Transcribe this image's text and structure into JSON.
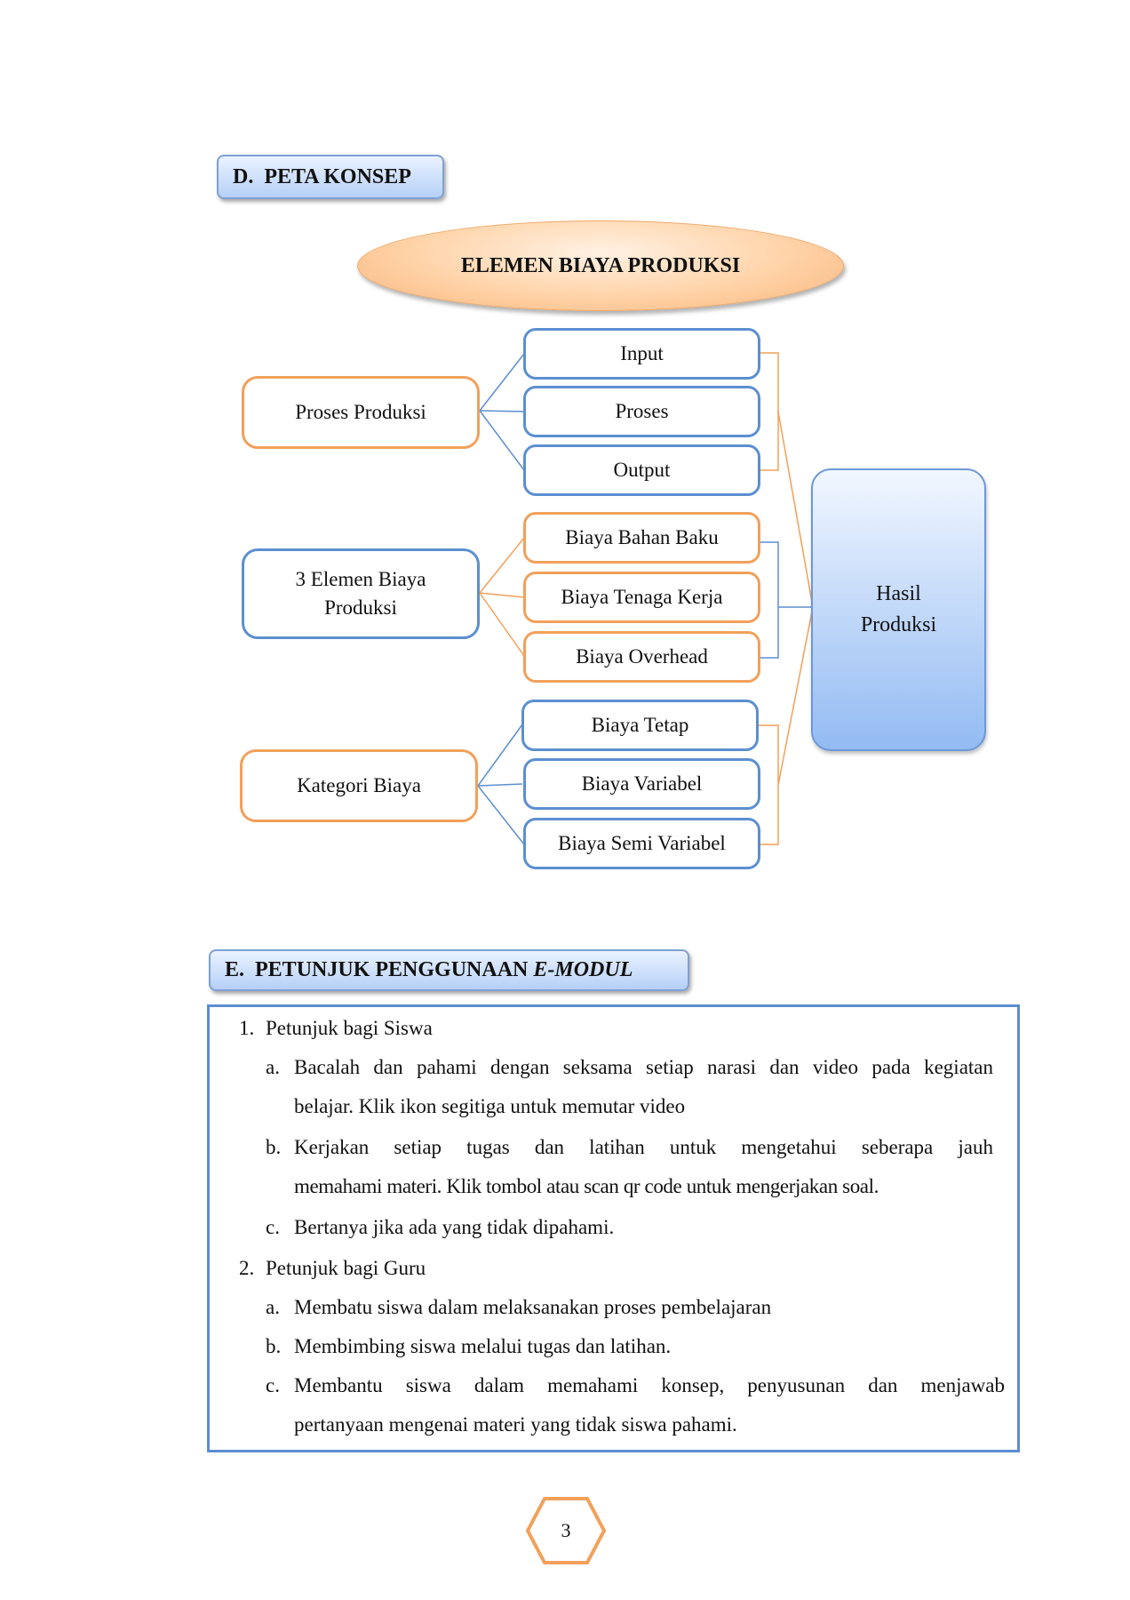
{
  "section_d": {
    "num": "D.",
    "title": "PETA KONSEP"
  },
  "concept_map": {
    "root": "ELEMEN BIAYA PRODUKSI",
    "groups": [
      {
        "label": "Proses Produksi",
        "items": [
          "Input",
          "Proses",
          "Output"
        ]
      },
      {
        "label": "3 Elemen Biaya Produksi",
        "items": [
          "Biaya Bahan Baku",
          "Biaya Tenaga Kerja",
          "Biaya Overhead"
        ]
      },
      {
        "label": "Kategori Biaya",
        "items": [
          "Biaya Tetap",
          "Biaya Variabel",
          "Biaya Semi Variabel"
        ]
      }
    ],
    "result_line1": "Hasil",
    "result_line2": "Produksi"
  },
  "section_e": {
    "num": "E.",
    "title_prefix": "PETUNJUK PENGGUNAAN ",
    "title_italic": "E-MODUL"
  },
  "instructions": [
    {
      "num": "1.",
      "title": "Petunjuk bagi Siswa",
      "items": [
        {
          "letter": "a.",
          "line1": "Bacalah dan pahami dengan seksama setiap narasi dan video pada kegiatan",
          "line2": "belajar. Klik ikon segitiga untuk memutar video"
        },
        {
          "letter": "b.",
          "line1": "Kerjakan setiap tugas dan latihan untuk mengetahui seberapa jauh",
          "line2": "memahami materi. Klik tombol atau scan qr code untuk mengerjakan soal."
        },
        {
          "letter": "c.",
          "line1": "Bertanya jika ada yang tidak dipahami."
        }
      ]
    },
    {
      "num": "2.",
      "title": "Petunjuk bagi Guru",
      "items": [
        {
          "letter": "a.",
          "line1": "Membatu siswa dalam melaksanakan proses pembelajaran"
        },
        {
          "letter": "b.",
          "line1": "Membimbing siswa melalui tugas dan latihan."
        },
        {
          "letter": "c.",
          "line1": "Membantu siswa dalam memahami konsep, penyusunan dan menjawab",
          "line2": "pertanyaan mengenai materi yang tidak siswa pahami."
        }
      ]
    }
  ],
  "page_number": "3"
}
